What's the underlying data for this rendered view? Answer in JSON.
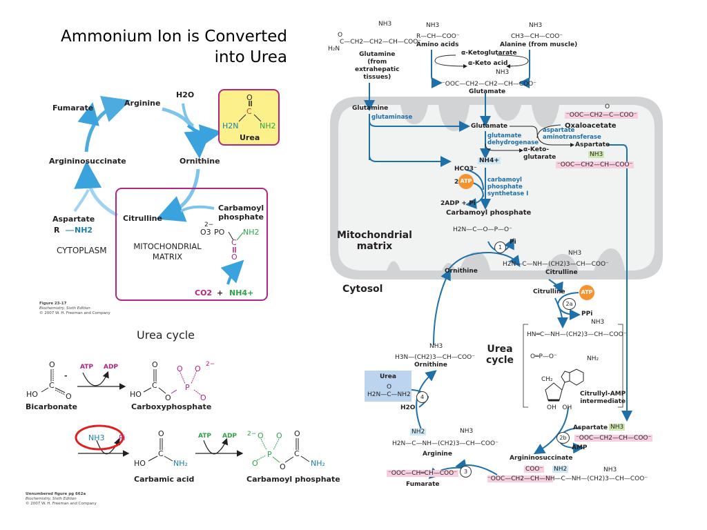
{
  "slide_title_line1": "Ammonium Ion is Converted",
  "slide_title_line2": "into Urea",
  "subtitle": "Urea cycle",
  "simple_cycle": {
    "arginine": "Arginine",
    "fumarate": "Fumarate",
    "argininosuccinate": "Argininosuccinate",
    "ornithine": "Ornithine",
    "citrulline": "Citrulline",
    "aspartate": "Aspartate",
    "aspartate_formula_r": "R",
    "aspartate_formula_nh2": "NH2",
    "water": "H2O",
    "urea_box": {
      "o": "O",
      "c": "C",
      "h2n": "H2N",
      "nh2": "NH2",
      "label": "Urea"
    },
    "cytoplasm": "CYTOPLASM",
    "mito_line1": "MITOCHONDRIAL",
    "mito_line2": "MATRIX",
    "carbamoyl_line1": "Carbamoyl",
    "carbamoyl_line2": "phosphate",
    "carbamoyl_formula": {
      "o3": "O3",
      "charge": "2−",
      "po": "PO",
      "nh2": "NH2",
      "c": "C",
      "o": "O"
    },
    "co2": "CO2",
    "plus": "+",
    "nh4": "NH4+",
    "caption": [
      "Figure 23-17",
      "Biochemistry, Sixth Edition",
      "© 2007 W. H. Freeman and Company"
    ]
  },
  "reaction1": {
    "reactant": "Bicarbonate",
    "cofactor_in": "ATP",
    "cofactor_out": "ADP",
    "product": "Carboxyphosphate",
    "charge": "2−",
    "minus": "-"
  },
  "reaction2": {
    "reagent_in": "NH3",
    "reagent_out": "Pi",
    "product1": "Carbamic acid",
    "cofactor_in": "ATP",
    "cofactor_out": "ADP",
    "product2": "Carbamoyl phosphate",
    "charge": "2−"
  },
  "caption2": [
    "Unnumbered figure pg 662a",
    "Biochemistry, Sixth Edition",
    "© 2007 W. H. Freeman and Company"
  ],
  "detailed": {
    "glutamine_formula": "C—CH2—CH2—CH—COO⁻",
    "glutamine_label": [
      "Glutamine",
      "(from",
      "extrahepatic",
      "tissues)"
    ],
    "amino_acids_formula": "R—CH—COO⁻",
    "amino_acids_label": "Amino acids",
    "alanine_formula": "CH3—CH—COO⁻",
    "alanine_label": "Alanine (from muscle)",
    "alpha_ketoglutarate": "α-Ketoglutarate",
    "alpha_keto_acid": "α-Keto acid",
    "glutamate_formula": "⁻OOC—CH2—CH2—CH—COO⁻",
    "glutamate_label": "Glutamate",
    "nh3_plus": "NH3",
    "mito_glutamine": "Glutamine",
    "glutaminase": "glutaminase",
    "mito_glutamate": "Glutamate",
    "oxaloacetate_formula": "⁻OOC—CH2—C—COO⁻",
    "oxaloacetate": "Oxaloacetate",
    "aspartate_aminotransferase": [
      "aspartate",
      "aminotransferase"
    ],
    "aspartate": "Aspartate",
    "aspartate_formula": "⁻OOC—CH2—CH—COO⁻",
    "glutamate_dehydrogenase": [
      "glutamate",
      "dehydrogenase"
    ],
    "alpha_keto_glutarate": [
      "α-Keto-",
      "glutarate"
    ],
    "nh4": "NH4+",
    "hco3": "HCO3⁻",
    "two": "2",
    "atp": "ATP",
    "cps1": [
      "carbamoyl",
      "phosphate",
      "synthetase I"
    ],
    "adp_pi": "2ADP + Pi",
    "carbamoyl_phosphate": "Carbamoyl phosphate",
    "carbamoyl_formula": "H2N—C—O—P—O⁻",
    "mito_matrix": [
      "Mitochondrial",
      "matrix"
    ],
    "step1": "1",
    "pi": "Pi",
    "ornithine_mito": "Ornithine",
    "citrulline_formula": "H2N—C—NH—(CH2)3—CH—COO⁻",
    "citrulline_label": "Citrulline",
    "cytosol": "Cytosol",
    "citrulline_cytosol": "Citrulline",
    "step2a": "2a",
    "ppi": "PPi",
    "citrullyl_formula": "HN═C—NH—(CH2)3—CH—COO⁻",
    "citrullyl_amp": [
      "Citrullyl-AMP",
      "intermediate"
    ],
    "urea_cycle": [
      "Urea",
      "cycle"
    ],
    "ornithine_formula": "H3N—(CH2)3—CH—COO⁻",
    "ornithine_label": "Ornithine",
    "urea_box_label": "Urea",
    "urea_formula": "H2N—C—NH2",
    "step4": "4",
    "water": "H2O",
    "arginine_formula": "H2N—C—NH—(CH2)3—CH—COO⁻",
    "arginine_label": "Arginine",
    "step3": "3",
    "fumarate_formula": "⁻OOC—CH═CH—COO⁻",
    "fumarate_label": "Fumarate",
    "step2b": "2b",
    "amp": "AMP",
    "aspartate_cytosol": "Aspartate",
    "argininosuccinate_label": "Argininosuccinate",
    "argininosuccinate_formula": "⁻OOC—CH2—CH—NH—C—NH—(CH2)3—CH—COO⁻",
    "coo": "COO⁻",
    "nh2_plus": "NH2"
  },
  "colors": {
    "arrow_blue": "#1f6fa8",
    "light_blue_arrow": "#3aa2dc",
    "mito_gray": "#d1d3d4",
    "mito_fill": "#f1f2f2",
    "urea_yellow": "#fbf08a",
    "box_border": "#b5237f",
    "pink_highlight": "#f7cfe0",
    "atp_orange": "#f6932f",
    "annotation_red": "#e02020"
  }
}
